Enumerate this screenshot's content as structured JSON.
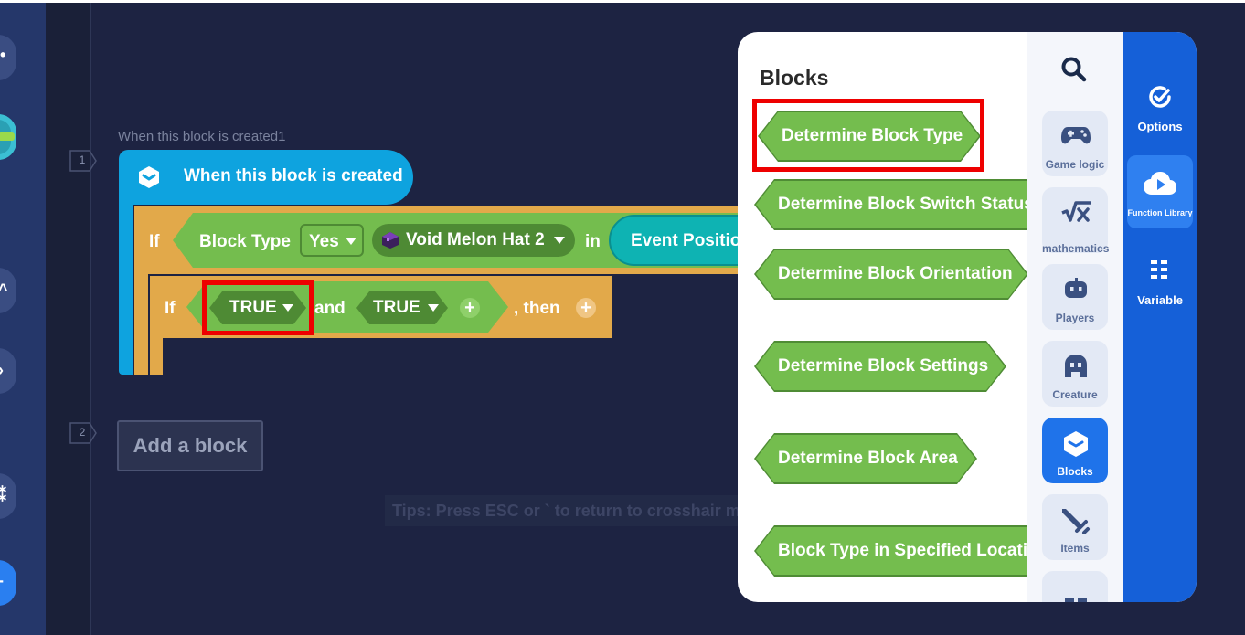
{
  "editor": {
    "line_numbers": [
      "1",
      "2"
    ],
    "caption": "When this block is created1",
    "hat_label": "When this block is created",
    "if_keyword_1": "If",
    "block_type_label": "Block Type",
    "yes_value": "Yes",
    "item_value": "Void Melon Hat 2",
    "in_keyword": "in",
    "event_position_label": "Event Positio",
    "if_keyword_2": "If",
    "true_value_1": "TRUE",
    "and_keyword": "and",
    "true_value_2": "TRUE",
    "then_keyword": ", then",
    "add_block_label": "Add a block",
    "tips_text": "Tips: Press ESC or ` to return to crosshair m"
  },
  "panel": {
    "title": "Blocks",
    "blocks": [
      "Determine Block Type",
      "Determine Block Switch Status",
      "Determine Block Orientation",
      "Determine Block Settings",
      "Determine Block Area",
      "Block Type in Specified Locatio"
    ],
    "categories": [
      {
        "label": "Game logic",
        "icon": "gamepad-icon"
      },
      {
        "label": "mathematics",
        "icon": "sqrt-x-icon"
      },
      {
        "label": "Players",
        "icon": "player-icon"
      },
      {
        "label": "Creature",
        "icon": "creature-icon"
      },
      {
        "label": "Blocks",
        "icon": "cube-icon",
        "active": true
      },
      {
        "label": "Items",
        "icon": "sword-icon"
      }
    ],
    "function_tabs": [
      {
        "label": "Options",
        "icon": "options-icon"
      },
      {
        "label": "Function Library",
        "icon": "cloud-play-icon",
        "active": true
      },
      {
        "label": "Variable",
        "icon": "grid-dots-icon"
      }
    ]
  },
  "colors": {
    "background": "#1d2342",
    "hat_block": "#0ea3df",
    "control_block": "#e2a94a",
    "logic_block": "#74bd4e",
    "highlight": "#ee0000",
    "sidebar_blue": "#1560d8"
  }
}
